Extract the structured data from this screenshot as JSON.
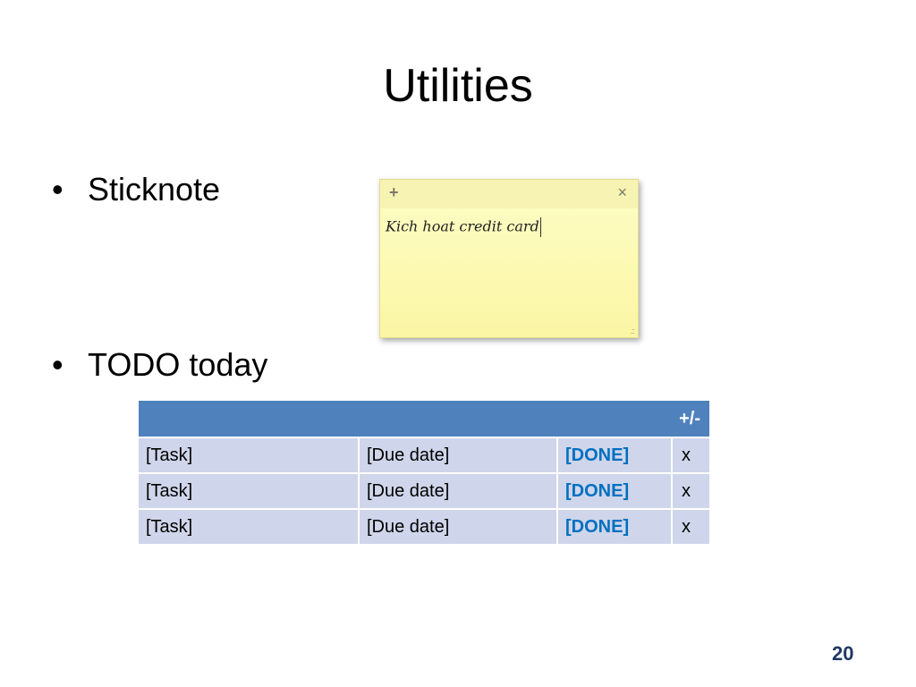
{
  "slide": {
    "title": "Utilities",
    "page_number": "20"
  },
  "bullets": [
    {
      "symbol": "•",
      "text": "Sticknote"
    },
    {
      "symbol": "•",
      "text": "TODO today"
    }
  ],
  "sticky_note": {
    "add_icon": "+",
    "close_icon": "×",
    "resize_icon": ".::",
    "text": "Kich hoat credit card"
  },
  "todo_table": {
    "header_action": "+/-",
    "rows": [
      {
        "task": "[Task]",
        "due": "[Due date]",
        "done": "[DONE]",
        "delete": "x"
      },
      {
        "task": "[Task]",
        "due": "[Due date]",
        "done": "[DONE]",
        "delete": "x"
      },
      {
        "task": "[Task]",
        "due": "[Due date]",
        "done": "[DONE]",
        "delete": "x"
      }
    ]
  },
  "colors": {
    "table_header": "#4f81bd",
    "table_cell": "#cfd5ea",
    "done_text": "#0070c0",
    "sticky_background": "#fbf6a4",
    "page_number": "#1f3864"
  }
}
